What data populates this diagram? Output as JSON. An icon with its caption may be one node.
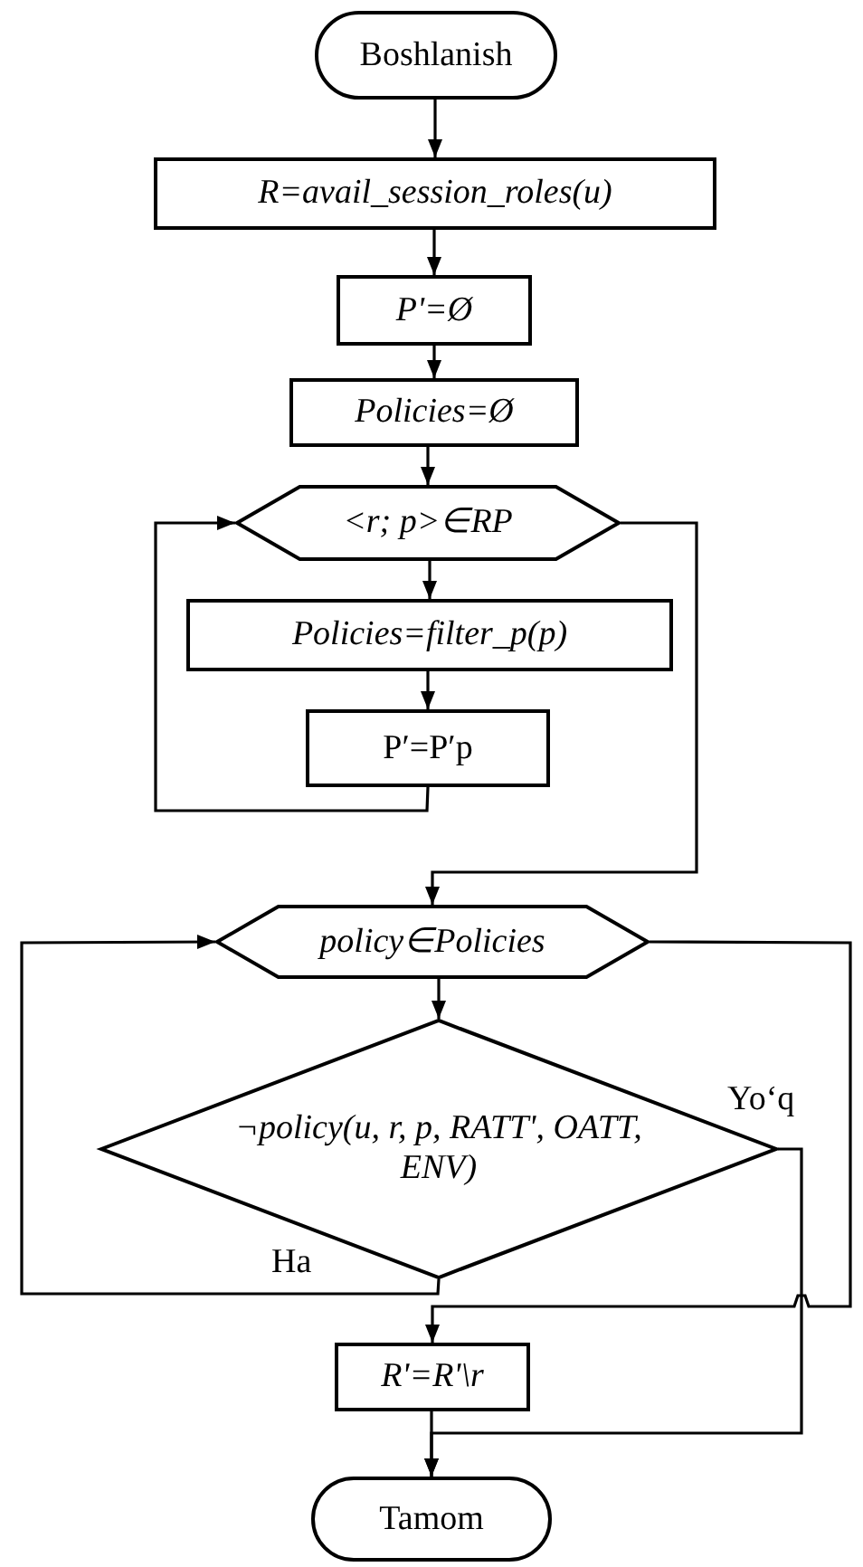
{
  "diagram": {
    "nodes": [
      {
        "text": [
          "Boshlanish"
        ]
      },
      {
        "text": [
          "R=avail_session_roles(u)"
        ]
      },
      {
        "text": [
          "P'=Ø"
        ]
      },
      {
        "text": [
          "Policies=Ø"
        ]
      },
      {
        "text": [
          "<r; p>∈RP"
        ]
      },
      {
        "text": [
          "Policies=filter_p(p)"
        ]
      },
      {
        "text": [
          "P′=P′p"
        ]
      },
      {
        "text": [
          "policy∈Policies"
        ]
      },
      {
        "text": [
          "¬policy(u, r, p, RATT', OATT, ENV)"
        ]
      },
      {
        "text": [
          "R'=R'\\r"
        ]
      },
      {
        "text": [
          "Tamom"
        ]
      }
    ],
    "edges": [
      {
        "from": 0,
        "to": 1,
        "arrow": "to"
      },
      {
        "from": 1,
        "to": 2,
        "arrow": "to"
      },
      {
        "from": 2,
        "to": 3,
        "arrow": "to"
      },
      {
        "from": 3,
        "to": 4,
        "arrow": "to"
      },
      {
        "from": 4,
        "to": 5,
        "arrow": "to"
      },
      {
        "from": 5,
        "to": 6,
        "arrow": "to"
      },
      {
        "from": 6,
        "to": 4,
        "arrow": "to"
      },
      {
        "from": 4,
        "to": 7,
        "arrow": "to"
      },
      {
        "from": 7,
        "to": 8,
        "arrow": "to"
      },
      {
        "from": 8,
        "to": 7,
        "arrow": "to",
        "label": "Ha"
      },
      {
        "from": 8,
        "to": 10,
        "arrow": "to",
        "label": "Yo‘q"
      },
      {
        "from": 7,
        "to": 9,
        "arrow": "to"
      },
      {
        "from": 9,
        "to": 10,
        "arrow": "to"
      }
    ]
  }
}
